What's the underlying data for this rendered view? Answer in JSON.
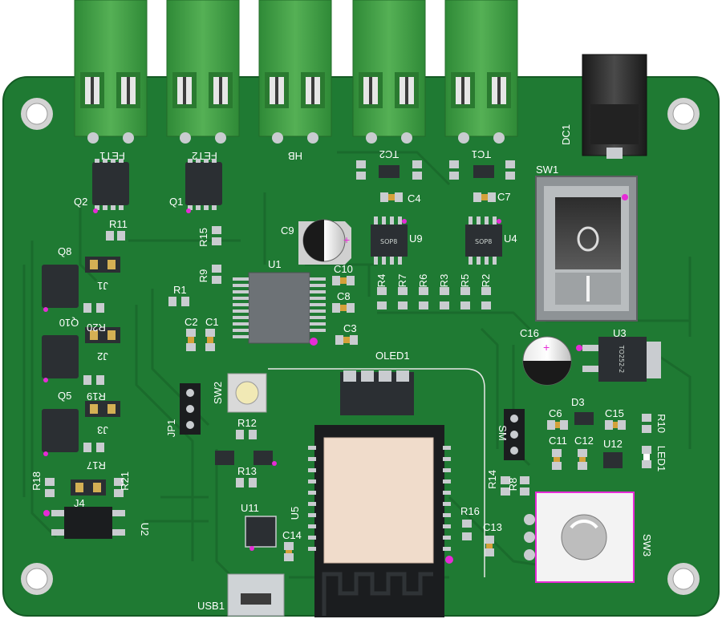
{
  "colors": {
    "board": "#1f7a33",
    "board_dark": "#17632a",
    "trace": "#1c6d2e",
    "terminal": "#3f9a43",
    "pad": "#c9ccd0",
    "ic": "#2b2f33",
    "accent": "#e62bd6"
  },
  "terminals": [
    "FET1",
    "FET2",
    "HB",
    "TC2",
    "TC1"
  ],
  "labels": {
    "dc1": "DC1",
    "sw1": "SW1",
    "sw2": "SW2",
    "sw3": "SW3",
    "oled1": "OLED1",
    "usb1": "USB1",
    "u1": "U1",
    "u2": "U2",
    "u3": "U3",
    "u3_pkg": "TO252-2",
    "u4": "U4",
    "u5": "U5",
    "u9": "U9",
    "u11": "U11",
    "u12": "U12",
    "sop8_a": "SOP8",
    "sop8_b": "SOP8",
    "jp1": "JP1",
    "sm": "SM",
    "led1": "LED1",
    "d3": "D3",
    "j1": "J1",
    "j2": "J2",
    "j3": "J3",
    "j4": "J4",
    "q1": "Q1",
    "q2": "Q2",
    "q5": "Q5",
    "q8": "Q8",
    "q10": "Q10",
    "c2": "C2",
    "c1": "C1",
    "c3": "C3",
    "c4": "C4",
    "c6": "C6",
    "c7": "C7",
    "c8": "C8",
    "c9": "C9",
    "c10": "C10",
    "c11": "C11",
    "c12": "C12",
    "c13": "C13",
    "c14": "C14",
    "c15": "C15",
    "c16": "C16",
    "r1": "R1",
    "r2": "R2",
    "r3": "R3",
    "r4": "R4",
    "r5": "R5",
    "r6": "R6",
    "r7": "R7",
    "r8": "R8",
    "r9": "R9",
    "r10": "R10",
    "r11": "R11",
    "r12": "R12",
    "r13": "R13",
    "r14": "R14",
    "r15": "R15",
    "r16": "R16",
    "r17": "R17",
    "r18": "R18",
    "r19": "R19",
    "r20": "R20",
    "r21": "R21"
  }
}
